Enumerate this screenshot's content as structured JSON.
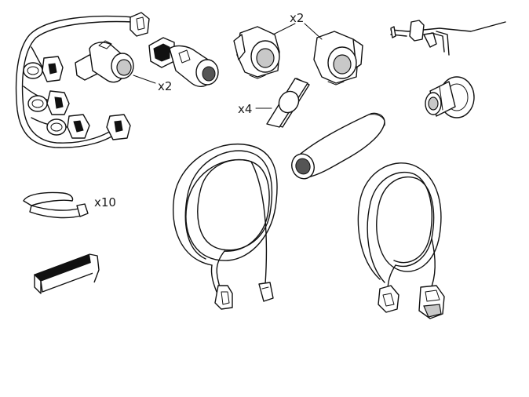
{
  "labels": {
    "sensors_qty": "x2",
    "brackets_qty": "x2",
    "gaskets_qty": "x4",
    "cable_ties_qty": "x10"
  },
  "icons": {
    "wiring_harness": "wiring-harness-icon",
    "parking_sensor": "parking-sensor-icon",
    "sensor_bracket": "sensor-bracket-icon",
    "sensor_gasket": "sensor-gasket-icon",
    "ground_bracket": "ground-bracket-icon",
    "grommet": "grommet-icon",
    "sleeve": "sleeve-icon",
    "extension_cable": "extension-cable-icon",
    "cable_tie": "cable-tie-icon",
    "velcro_pad": "velcro-pad-icon"
  }
}
